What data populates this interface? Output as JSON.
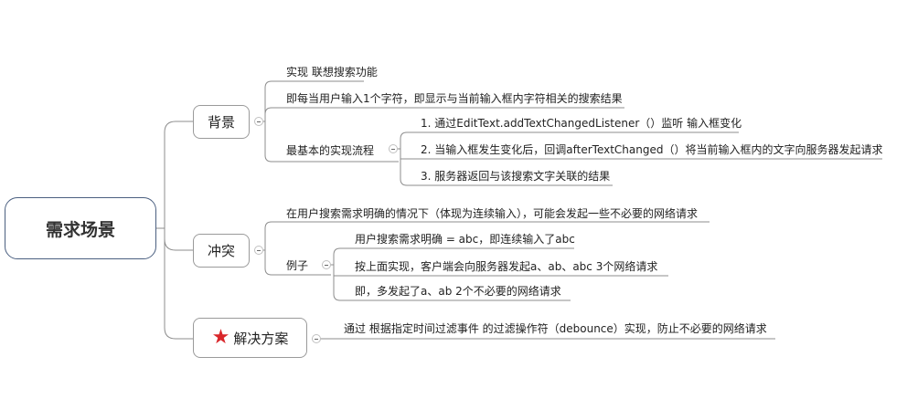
{
  "root": {
    "label": "需求场景"
  },
  "branches": {
    "background": {
      "label": "背景",
      "items": [
        "实现 联想搜索功能",
        "即每当用户输入1个字符，即显示与当前输入框内字符相关的搜索结果"
      ],
      "flow": {
        "label": "最基本的实现流程",
        "steps": [
          "1. 通过EditText.addTextChangedListener（）监听 输入框变化",
          "2. 当输入框发生变化后，回调afterTextChanged（）将当前输入框内的文字向服务器发起请求",
          "3. 服务器返回与该搜索文字关联的结果"
        ]
      }
    },
    "conflict": {
      "label": "冲突",
      "items": [
        "在用户搜索需求明确的情况下（体现为连续输入），可能会发起一些不必要的网络请求"
      ],
      "example": {
        "label": "例子",
        "steps": [
          "用户搜索需求明确 = abc，即连续输入了abc",
          "按上面实现，客户端会向服务器发起a、ab、abc 3个网络请求",
          "即，多发起了a、ab 2个不必要的网络请求"
        ]
      }
    },
    "solution": {
      "label": "解决方案",
      "icon": "star-icon",
      "items": [
        "通过 根据指定时间过滤事件 的过滤操作符（debounce）实现，防止不必要的网络请求"
      ]
    }
  },
  "colors": {
    "line": "#8c8c8c",
    "root_border": "#4b5f80",
    "star": "#d9262a"
  }
}
